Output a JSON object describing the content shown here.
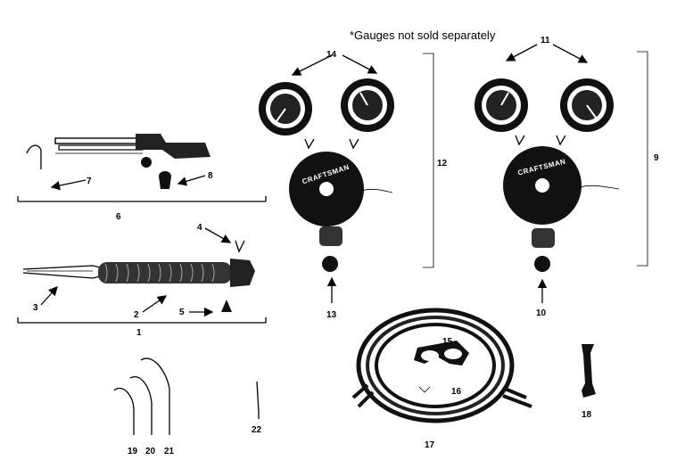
{
  "note": "*Gauges not sold separately",
  "brand_text": "CRAFTSMAN",
  "labels": {
    "p1": "1",
    "p2": "2",
    "p3": "3",
    "p4": "4",
    "p5": "5",
    "p6": "6",
    "p7": "7",
    "p8": "8",
    "p9": "9",
    "p10": "10",
    "p11": "11",
    "p12": "12",
    "p13": "13",
    "p14": "14",
    "p15": "15",
    "p16": "16",
    "p17": "17",
    "p18": "18",
    "p19": "19",
    "p20": "20",
    "p21": "21",
    "p22": "22"
  }
}
